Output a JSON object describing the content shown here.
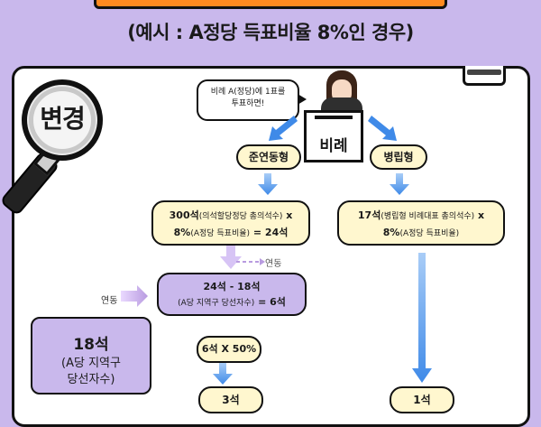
{
  "header": {
    "subtitle": "(예시 : A정당 득표비율 8%인 경우)"
  },
  "badge": {
    "label": "변경"
  },
  "speech": {
    "line1": "비례 A(정당)에 1표를",
    "line2": "투표하면!"
  },
  "ballot": {
    "label": "비례"
  },
  "left_branch": {
    "type_label": "준연동형",
    "formula_line1_main": "300석",
    "formula_line1_detail": "(의석할당정당 총의석수)",
    "formula_line1_op": " x",
    "formula_line2_main": "8%",
    "formula_line2_detail": "(A정당 득표비율)",
    "formula_line2_result": " = 24석",
    "link_label": "연동",
    "step2_line1": "24석 - 18석",
    "step2_line2_detail": "(A당 지역구 당선자수)",
    "step2_line2_result": " = 6석",
    "step3": "6석 X 50%",
    "result": "3석"
  },
  "right_branch": {
    "type_label": "병립형",
    "formula_line1_main": "17석",
    "formula_line1_detail": "(병립형 비례대표 총의석수)",
    "formula_line1_op": " x",
    "formula_line2_main": "8%",
    "formula_line2_detail": "(A정당 득표비율)",
    "result": "1석"
  },
  "seat_box": {
    "link_label": "연동",
    "value": "18석",
    "line2": "(A당 지역구",
    "line3": "당선자수)"
  },
  "colors": {
    "background": "#c9b8ec",
    "pill": "#fff7cf",
    "arrow": "#3f8ae8",
    "title_bar": "#ff8a1f"
  }
}
